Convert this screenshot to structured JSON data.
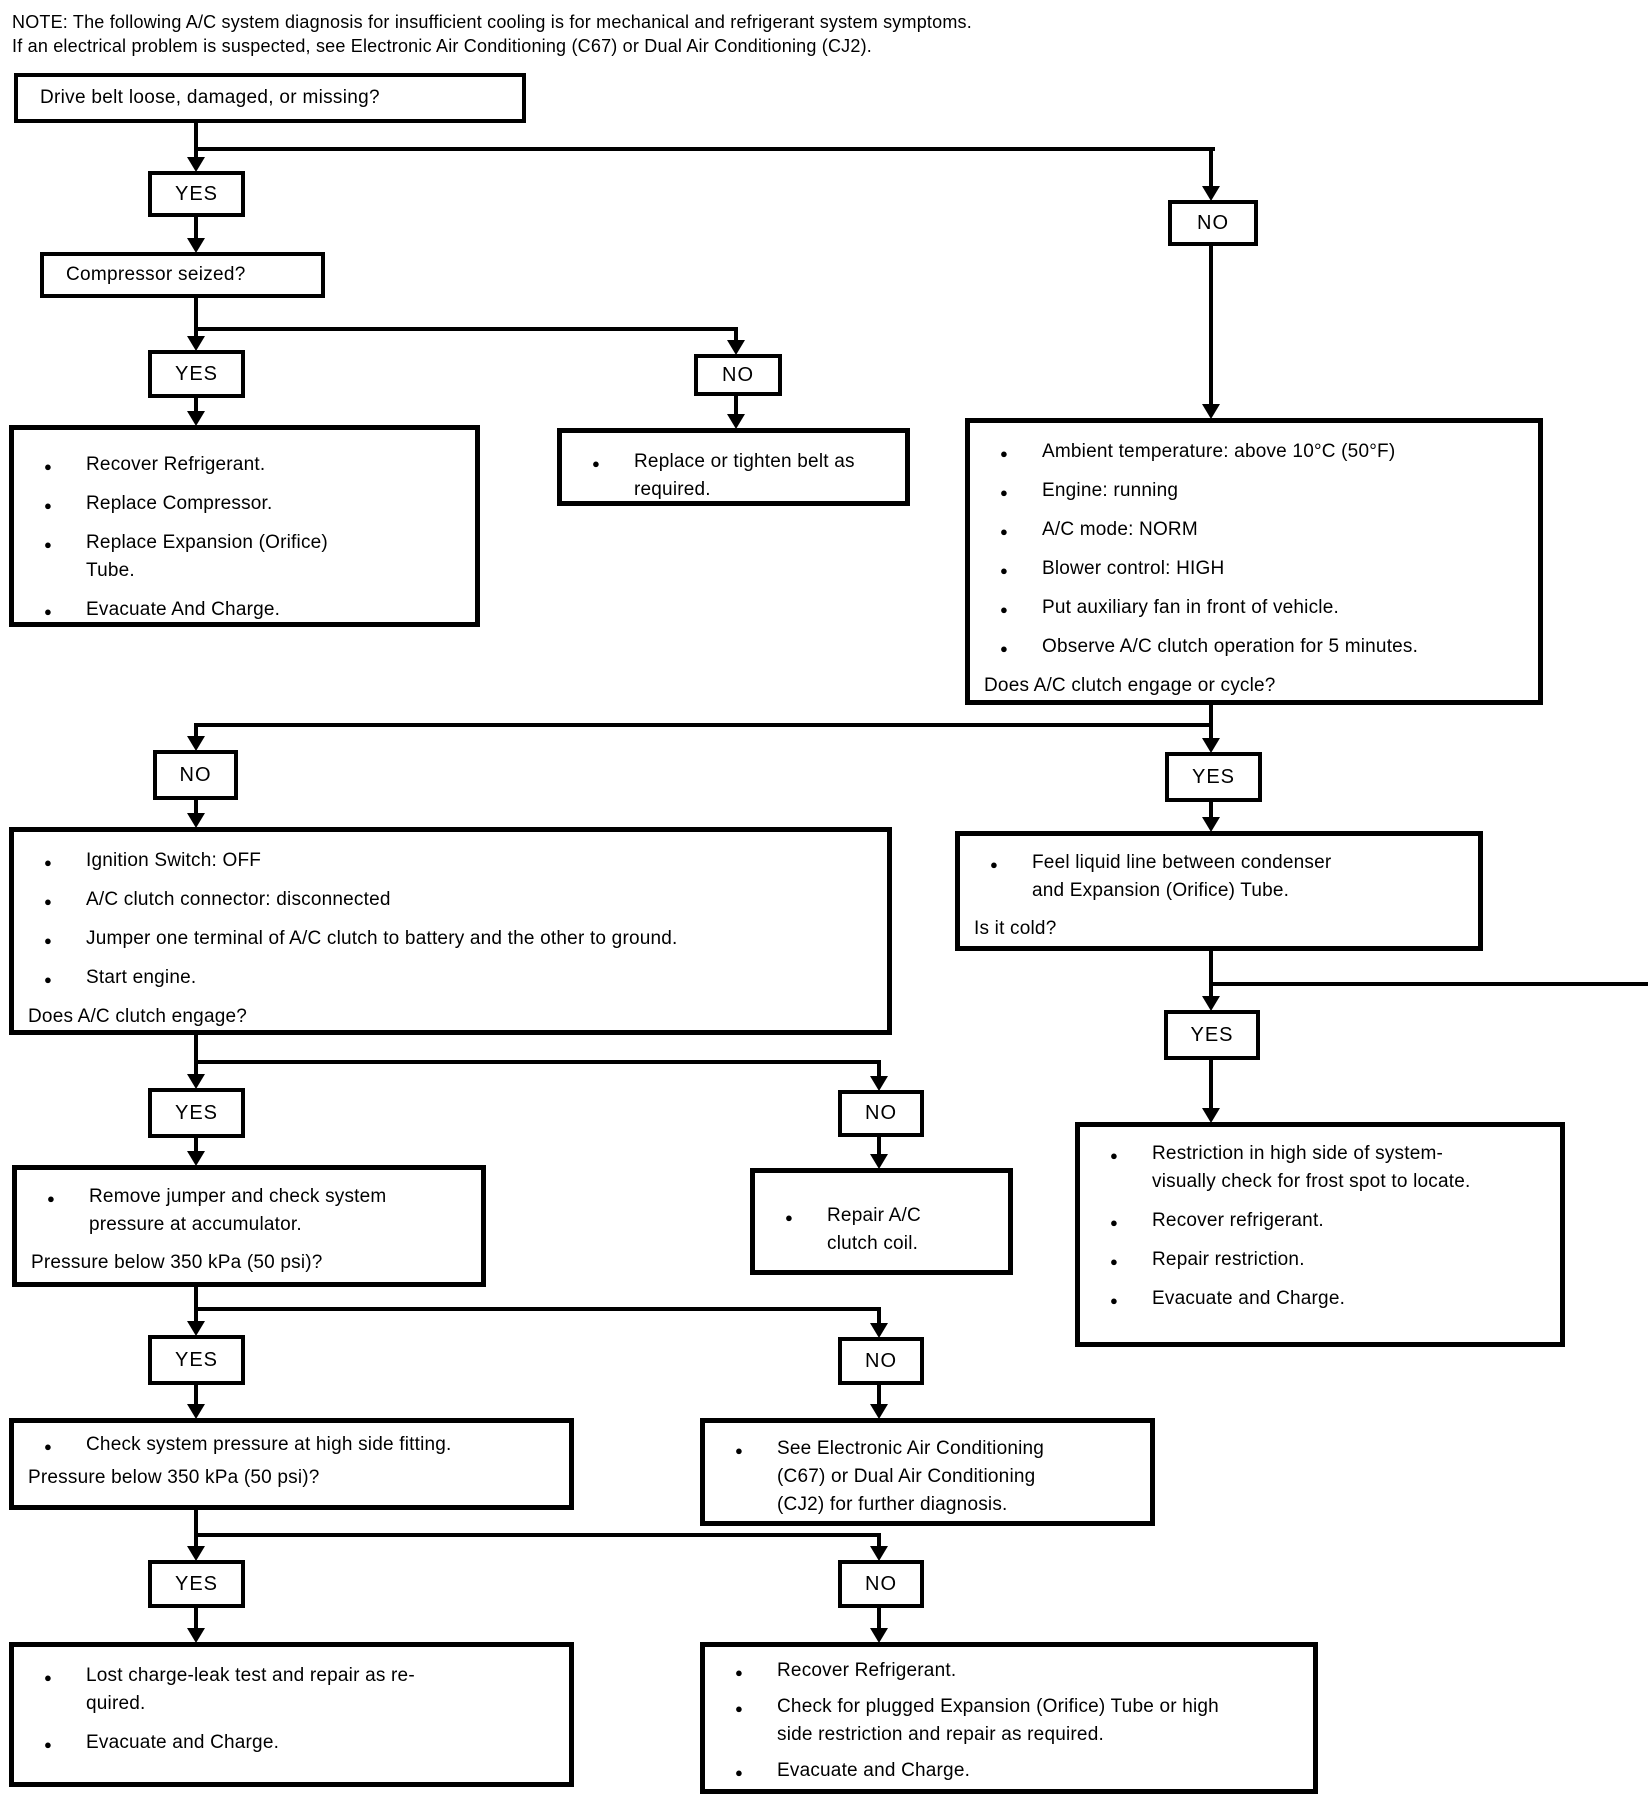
{
  "note": {
    "line1": "NOTE: The following A/C system diagnosis for insufficient cooling is for mechanical and refrigerant system symptoms.",
    "line2": "If an electrical problem is suspected, see Electronic Air Conditioning (C67) or Dual Air Conditioning (CJ2)."
  },
  "labels": {
    "yes": "YES",
    "no": "NO"
  },
  "boxes": {
    "drive_belt": {
      "text": "Drive belt loose, damaged, or missing?"
    },
    "compressor_seized": {
      "text": "Compressor seized?"
    },
    "recover_replace_compressor": {
      "items": [
        "Recover Refrigerant.",
        "Replace Compressor.",
        "Replace Expansion (Orifice) Tube.",
        "Evacuate And Charge."
      ]
    },
    "replace_tighten_belt": {
      "items": [
        "Replace or tighten belt as required."
      ]
    },
    "clutch_cycle_test": {
      "items": [
        "Ambient temperature: above 10°C (50°F)",
        "Engine: running",
        "A/C mode: NORM",
        "Blower control: HIGH",
        "Put auxiliary fan in front of vehicle.",
        "Observe A/C clutch operation for 5 minutes."
      ],
      "question": "Does A/C clutch engage or cycle?"
    },
    "jumper_test": {
      "items": [
        "Ignition Switch: OFF",
        "A/C clutch connector: disconnected",
        "Jumper one terminal of A/C clutch to battery and the other to ground.",
        "Start engine."
      ],
      "question": "Does A/C clutch engage?"
    },
    "feel_liquid_line": {
      "items": [
        "Feel liquid line between condenser and Expansion (Orifice) Tube."
      ],
      "question": "Is it cold?"
    },
    "high_side_restriction": {
      "items": [
        "Restriction in high side of system-visually check for frost spot to locate.",
        "Recover refrigerant.",
        "Repair restriction.",
        "Evacuate and Charge."
      ]
    },
    "accumulator_pressure": {
      "items": [
        "Remove jumper and check system pressure at accumulator."
      ],
      "question": "Pressure below 350 kPa (50 psi)?"
    },
    "repair_clutch_coil": {
      "items": [
        "Repair A/C clutch coil."
      ]
    },
    "high_side_pressure": {
      "items": [
        "Check system pressure at high side fitting."
      ],
      "question": "Pressure below 350 kPa (50 psi)?"
    },
    "see_electronic": {
      "items": [
        "See Electronic Air Conditioning (C67) or Dual Air Conditioning (CJ2) for further diagnosis."
      ]
    },
    "lost_charge": {
      "items": [
        "Lost charge-leak test and repair as re- quired.",
        "Evacuate and Charge."
      ]
    },
    "recover_plugged": {
      "items": [
        "Recover Refrigerant.",
        "Check for plugged Expansion (Orifice) Tube or high side restriction and repair as required.",
        "Evacuate and Charge."
      ]
    }
  },
  "colors": {
    "ink": "#000000",
    "paper": "#ffffff"
  }
}
